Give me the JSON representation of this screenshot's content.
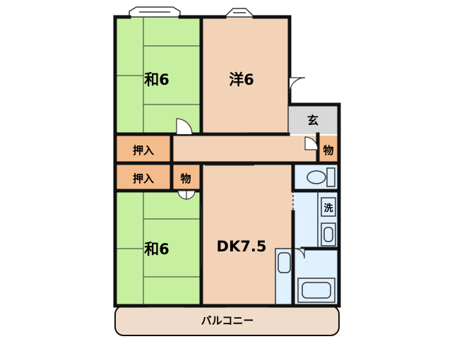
{
  "rooms": {
    "washitsu_upper": "和6",
    "youshitsu": "洋6",
    "genkan": "玄",
    "oshiire_upper": "押入",
    "mono_hall": "物",
    "oshiire_lower": "押入",
    "mono_lower": "物",
    "washitsu_lower": "和6",
    "dk": "DK7.5",
    "sentaku": "洗",
    "balcony": "バルコニー"
  },
  "colors": {
    "tatami": "#c6f0a0",
    "wood": "#f2d3b8",
    "closet": "#f4bc8c",
    "entrance": "#d8d8d8",
    "wet": "#dff0ff",
    "balcony": "#f0dccb",
    "wall": "#111111"
  }
}
